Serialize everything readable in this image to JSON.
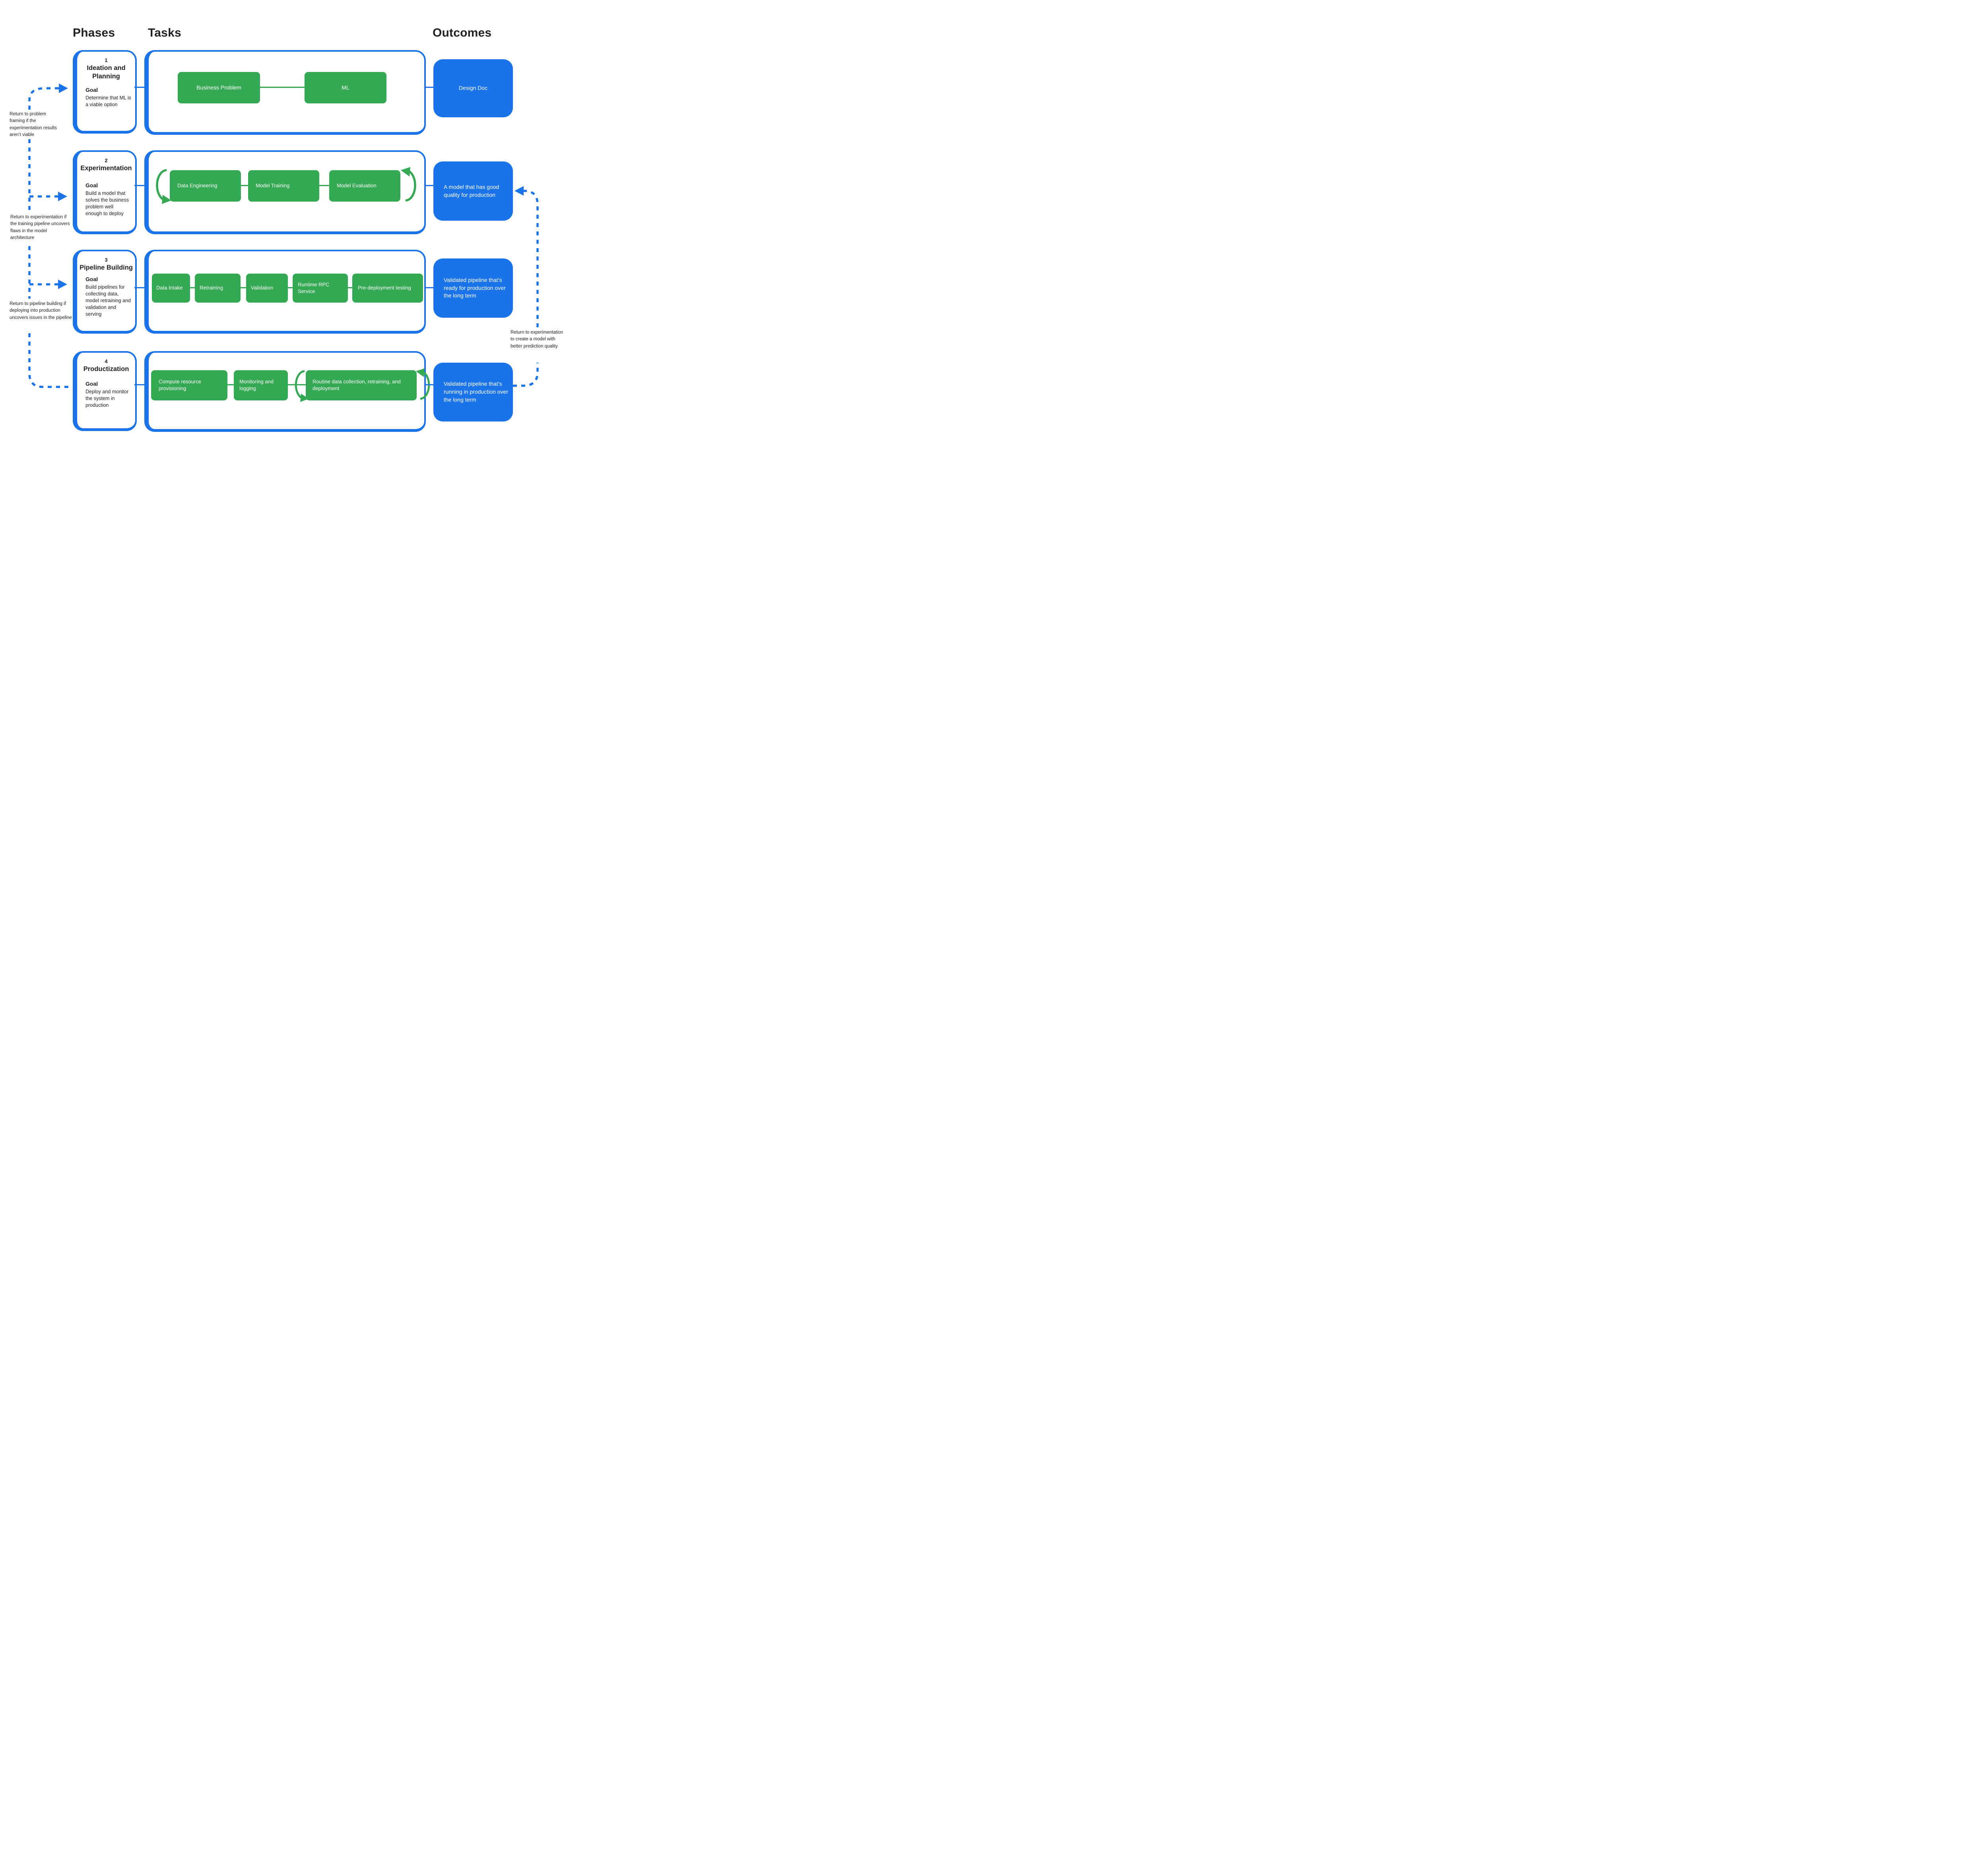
{
  "title": "ML development phases diagram",
  "colors": {
    "accent_blue": "#1a73e8",
    "task_green": "#34a853",
    "text": "#202124",
    "box_text": "#ffffff"
  },
  "icons": {
    "return-arrow-icon": "▶",
    "return-arrow-left-icon": "◀",
    "loop-arrow-left-icon": "⟲",
    "loop-arrow-right-icon": "⟳"
  },
  "headers": {
    "phases": "Phases",
    "tasks": "Tasks",
    "outcomes": "Outcomes"
  },
  "phases": [
    {
      "number": "1",
      "title": "Ideation and Planning",
      "goal_label": "Goal",
      "goal": "Determine that ML is a viable option",
      "tasks": [
        "Business Problem",
        "ML"
      ],
      "outcome": "Design Doc"
    },
    {
      "number": "2",
      "title": "Experimentation",
      "goal_label": "Goal",
      "goal": "Build a model that solves the business problem well enough to deploy",
      "tasks": [
        "Data Engineering",
        "Model Training",
        "Model Evaluation"
      ],
      "outcome": "A model that has good quality for production"
    },
    {
      "number": "3",
      "title": "Pipeline Building",
      "goal_label": "Goal",
      "goal": "Build pipelines for collecting data, model retraining and validation and serving",
      "tasks": [
        "Data Intake",
        "Retraining",
        "Validation",
        "Runtime RPC Service",
        "Pre-deployment testing"
      ],
      "outcome": "Validated pipeline that’s ready for production over the long term"
    },
    {
      "number": "4",
      "title": "Productization",
      "goal_label": "Goal",
      "goal": "Deploy and monitor the system in production",
      "tasks": [
        "Compute  resource provisioning",
        "Monitoring and logging",
        "Routine data collection, retraining, and deployment"
      ],
      "outcome": "Validated pipeline that’s running in production over the long term"
    }
  ],
  "annotations": {
    "left": [
      "Return to problem framing if the experimentation results aren’t viable",
      "Return to experimentation if the training pipeline uncovers flaws in the model architecture",
      "Return to pipeline building if deploying into production uncovers issues in the pipeline"
    ],
    "right": "Return to experimentation to create a model with better prediction quality"
  }
}
